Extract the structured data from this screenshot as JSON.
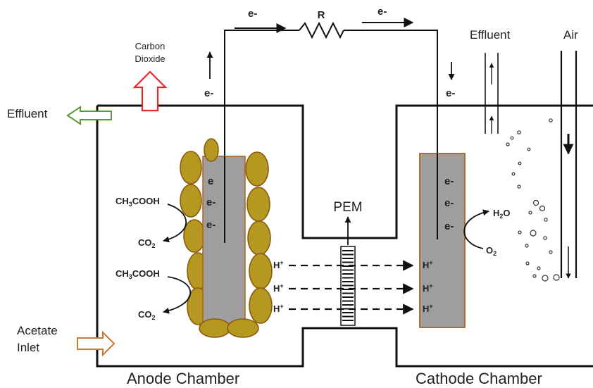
{
  "labels": {
    "carbon_dioxide_line1": "Carbon",
    "carbon_dioxide_line2": "Dioxide",
    "effluent_left": "Effluent",
    "effluent_right": "Effluent",
    "air": "Air",
    "resistor": "R",
    "electron": "e-",
    "pem": "PEM",
    "anode_chamber": "Anode Chamber",
    "cathode_chamber": "Cathode Chamber",
    "acetate_line1": "Acetate",
    "acetate_line2": "Inlet"
  },
  "chemistry": {
    "acetic_acid_1": {
      "pre": "CH",
      "sub1": "3",
      "post": "COOH"
    },
    "acetic_acid_2": {
      "pre": "CH",
      "sub1": "3",
      "post": "COOH"
    },
    "co2_1": {
      "pre": "CO",
      "sub": "2"
    },
    "co2_2": {
      "pre": "CO",
      "sub": "2"
    },
    "water": {
      "pre": "H",
      "sub": "2",
      "post": "O"
    },
    "oxygen": {
      "pre": "O",
      "sub": "2"
    },
    "proton": {
      "pre": "H",
      "sup": "+"
    }
  },
  "anode_electrons": [
    "e",
    "e-",
    "e-"
  ],
  "cathode_electrons": [
    "e-",
    "e-",
    "e-"
  ],
  "colors": {
    "biofilm": "#b59820",
    "biofilm_stroke": "#8a5a10",
    "electrode": "#9e9e9e",
    "electrode_stroke": "#b0631a",
    "co2_arrow": "#e8262b",
    "effluent_arrow": "#5a9a3a",
    "acetate_arrow": "#c97a30"
  }
}
